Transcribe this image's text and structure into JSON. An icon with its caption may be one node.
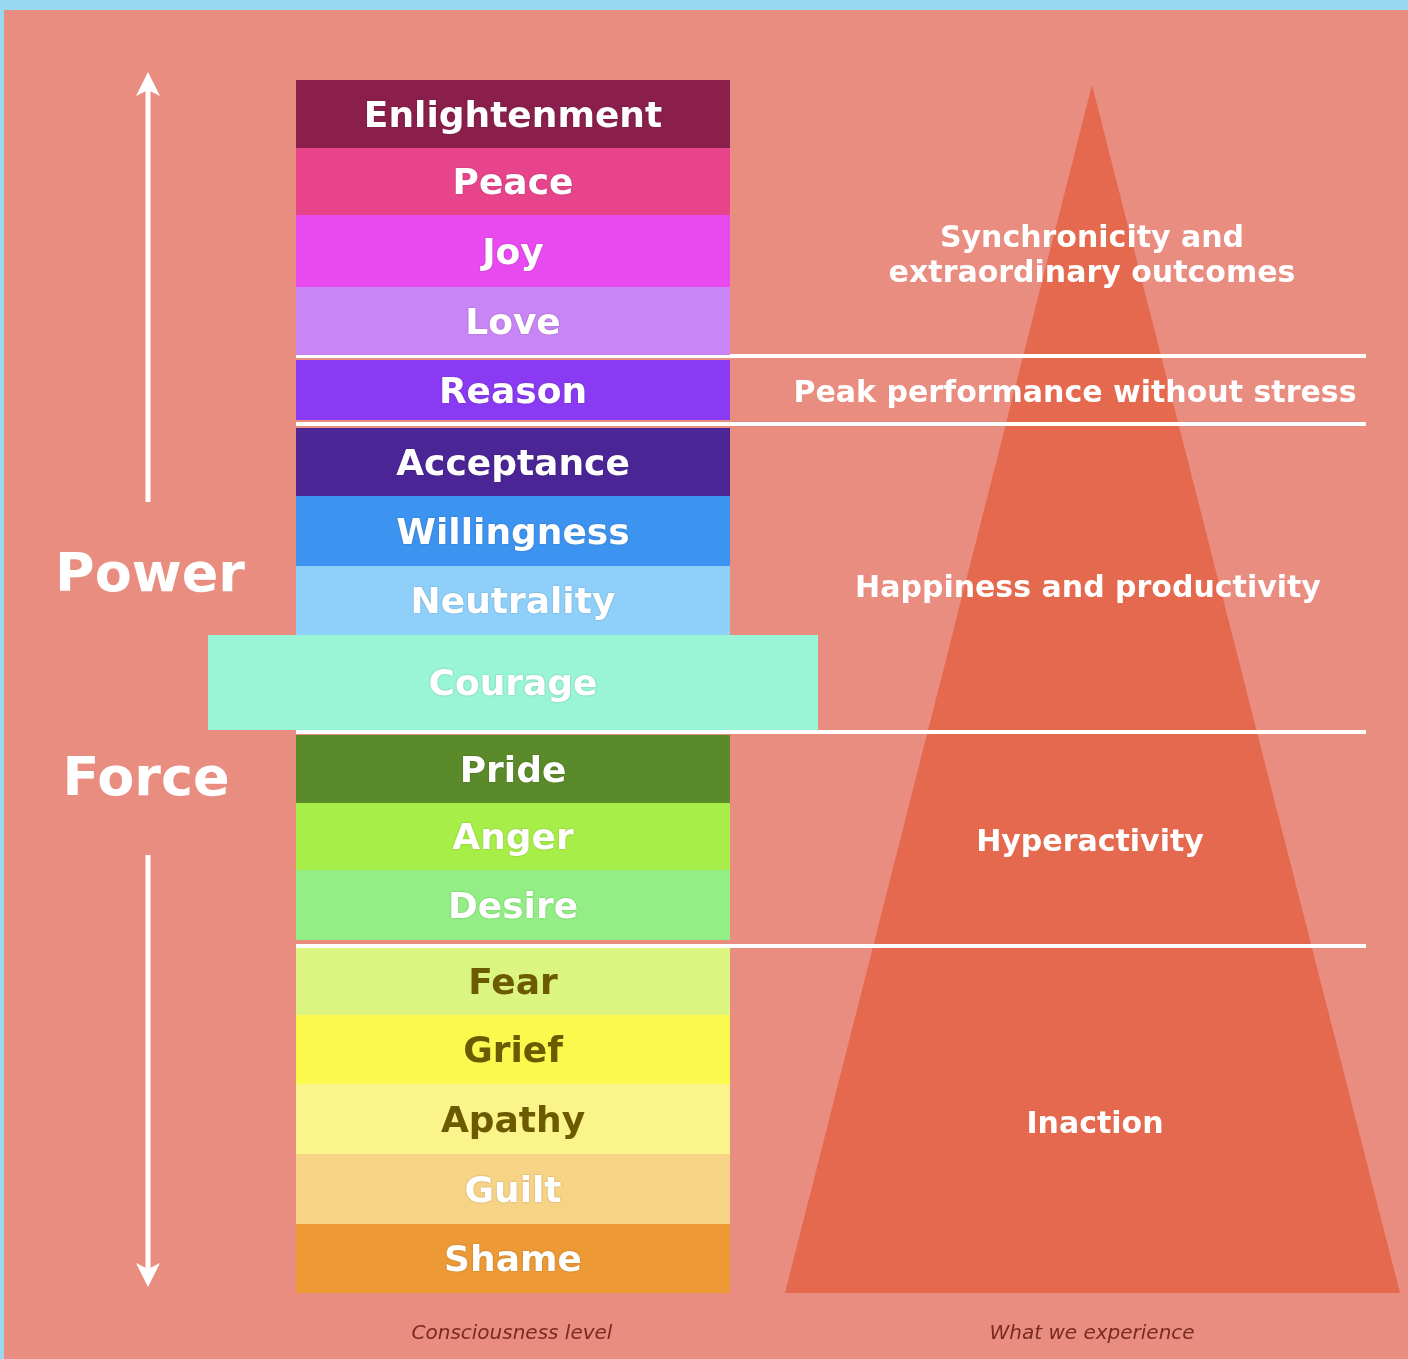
{
  "diagram": {
    "nodes": [
      {
        "text": [
          "Enlightenment"
        ]
      },
      {
        "text": [
          "Peace"
        ]
      },
      {
        "text": [
          "Joy"
        ]
      },
      {
        "text": [
          "Love"
        ]
      },
      {
        "text": [
          "Reason"
        ]
      },
      {
        "text": [
          "Acceptance"
        ]
      },
      {
        "text": [
          "Willingness"
        ]
      },
      {
        "text": [
          "Neutrality"
        ]
      },
      {
        "text": [
          "Courage"
        ]
      },
      {
        "text": [
          "Pride"
        ]
      },
      {
        "text": [
          "Anger"
        ]
      },
      {
        "text": [
          "Desire"
        ]
      },
      {
        "text": [
          "Fear"
        ]
      },
      {
        "text": [
          "Grief"
        ]
      },
      {
        "text": [
          "Apathy"
        ]
      },
      {
        "text": [
          "Guilt"
        ]
      },
      {
        "text": [
          "Shame"
        ]
      }
    ],
    "edges": [],
    "labels": [
      "Synchronicity and extraordinary outcomes",
      "Peak performance without stress",
      "Power",
      "Happiness and productivity",
      "Force",
      "Hyperactivity",
      "Inaction",
      "Consciousness level",
      "What we experience"
    ]
  }
}
